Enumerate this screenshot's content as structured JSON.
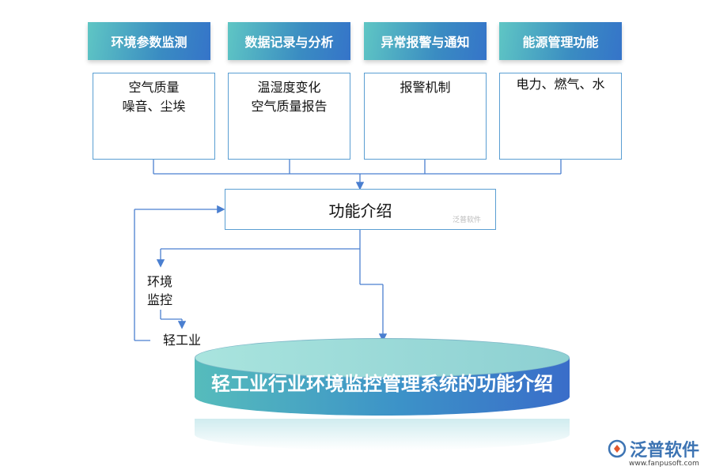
{
  "categories": [
    {
      "header": "环境参数监测",
      "lines": [
        "空气质量",
        "噪音、尘埃"
      ]
    },
    {
      "header": "数据记录与分析",
      "lines": [
        "温湿度变化",
        "空气质量报告"
      ]
    },
    {
      "header": "异常报警与通知",
      "lines": [
        "报警机制"
      ]
    },
    {
      "header": "能源管理功能",
      "lines": [
        "电力、燃气、水"
      ]
    }
  ],
  "center_box": "功能介绍",
  "center_watermark": "泛普软件",
  "side_labels": {
    "monitor_line1": "环境",
    "monitor_line2": "监控",
    "industry": "轻工业"
  },
  "main_title": "轻工业行业环境监控管理系统的功能介绍",
  "logo": {
    "text": "泛普软件",
    "url": "www.fanpusoft.com"
  },
  "colors": {
    "line": "#4a7fd0",
    "header": "#3a8cc2",
    "box_border": "#5a9ed2"
  }
}
